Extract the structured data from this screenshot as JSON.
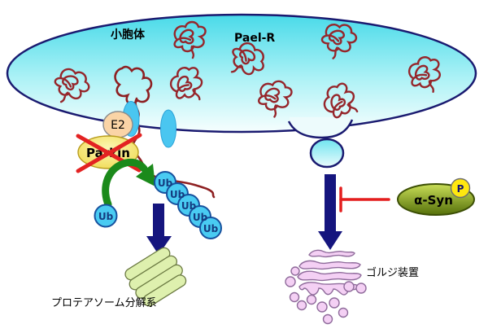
{
  "labels": {
    "er": "小胞体",
    "pael_r": "Pael-R",
    "e2": "E2",
    "parkin": "Parkin",
    "ub": "Ub",
    "alpha_syn": "α-Syn",
    "phospho": "P",
    "proteasome": "プロテアソーム分解系",
    "golgi": "ゴルジ装置"
  },
  "colors": {
    "er_fill_top": "#49DAE9",
    "er_fill_bottom": "#F6FEFE",
    "er_outline": "#1A1A70",
    "membrane_protein_fill": "#4AC6F0",
    "misfolded_protein": "#96262B",
    "e2_fill": "#FAD4A6",
    "parkin_fill": "#EFD94B",
    "inhibit_cross_red": "#E32222",
    "ub_fill": "#49CBF2",
    "navy_arrow": "#15157E",
    "green_arrow": "#1B8A1B",
    "asyn_fill_dark": "#55700A",
    "phospho_fill": "#FFE70F",
    "proteasome_fill": "#DEF0AE",
    "golgi_fill": "#F4D0F4",
    "inhibit_tbar_red": "#E41E1E"
  }
}
